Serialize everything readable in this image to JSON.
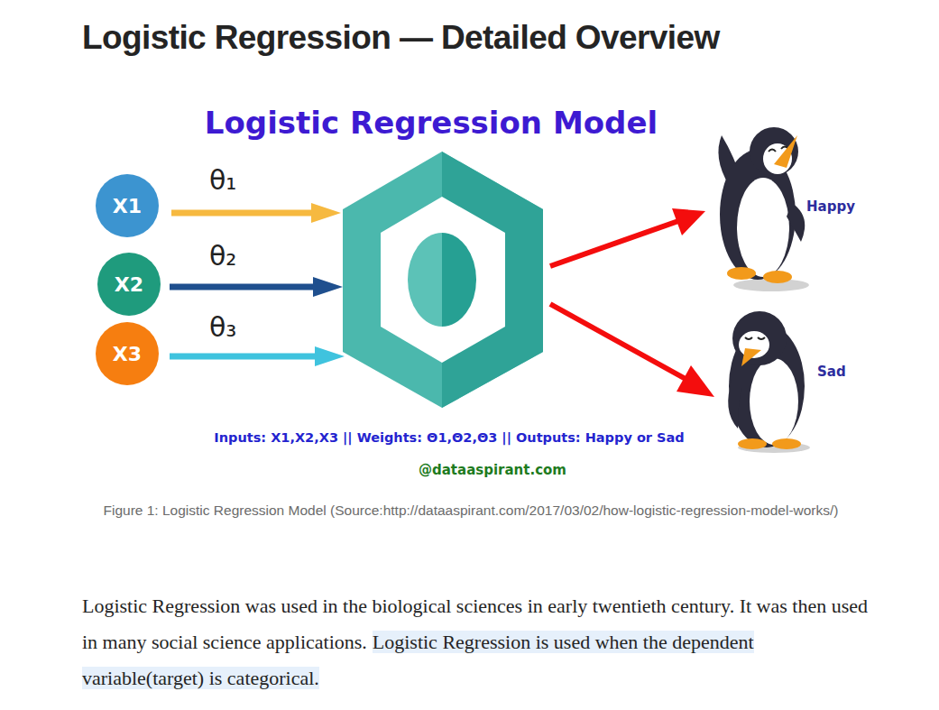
{
  "diagram": {
    "title": "Logistic Regression — Detailed Overview",
    "caption": "Figure 1: Logistic Regression Model (Source:http://dataaspirant.com/2017/03/02/how-logistic-regression-model-works/)",
    "nodes": [
      {
        "text": [
          "X1"
        ]
      },
      {
        "text": [
          "X2"
        ]
      },
      {
        "text": [
          "X3"
        ]
      }
    ],
    "labels": [
      "Logistic Regression Model",
      "θ₁",
      "θ₂",
      "θ₃",
      "Happy",
      "Sad",
      "Inputs: X1,X2,X3 || Weights: Θ1,Θ2,Θ3 || Outputs: Happy or Sad",
      "@dataaspirant.com",
      "Logistic Regression was used in the biological sciences in early twentieth century. It was then used in many social science applications.",
      "Logistic Regression is used when the dependent variable(target) is categorical."
    ]
  }
}
